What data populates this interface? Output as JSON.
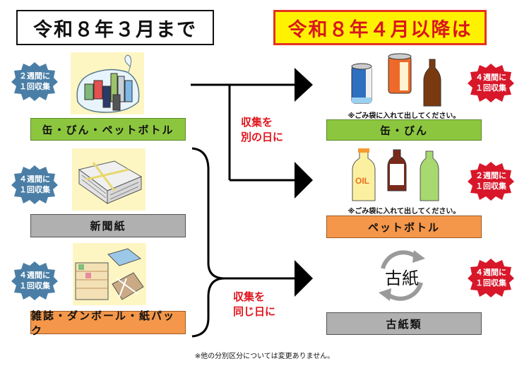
{
  "headers": {
    "before": "令和８年３月まで",
    "after": "令和８年４月以降は"
  },
  "before": [
    {
      "label": "缶・びん・ペットボトル",
      "frequency": [
        "２週間に",
        "１回収集"
      ],
      "color": "#8cc63f",
      "image": "cans-bottles-in-bag"
    },
    {
      "label": "新聞紙",
      "frequency": [
        "４週間に",
        "１回収集"
      ],
      "color": "#b0b0b0",
      "image": "newspaper-bundle"
    },
    {
      "label": "雑誌・ダンボール・紙パック",
      "frequency": [
        "４週間に",
        "１回収集"
      ],
      "color": "#f4974a",
      "image": "magazines-cardboard"
    }
  ],
  "after": [
    {
      "label": "缶・びん",
      "frequency": [
        "４週間に",
        "１回収集"
      ],
      "color": "#8cc63f",
      "note": "※ごみ袋に入れて出してください。",
      "image": "cans-and-bottle"
    },
    {
      "label": "ペットボトル",
      "frequency": [
        "２週間に",
        "１回収集"
      ],
      "color": "#f4974a",
      "note": "※ごみ袋に入れて出してください。",
      "image": "pet-bottles"
    },
    {
      "label": "古紙類",
      "frequency": [
        "４週間に",
        "１回収集"
      ],
      "color": "#b0b0b0",
      "image": "recycle-paper",
      "icon_text": "古紙"
    }
  ],
  "connectors": {
    "split": [
      "収集を",
      "別の日に"
    ],
    "merge": [
      "収集を",
      "同じ日に"
    ]
  },
  "badge_colors": {
    "before": "#4a7ea6",
    "after": "#d8172a"
  },
  "footnote": "※他の分別区分については変更ありません。"
}
